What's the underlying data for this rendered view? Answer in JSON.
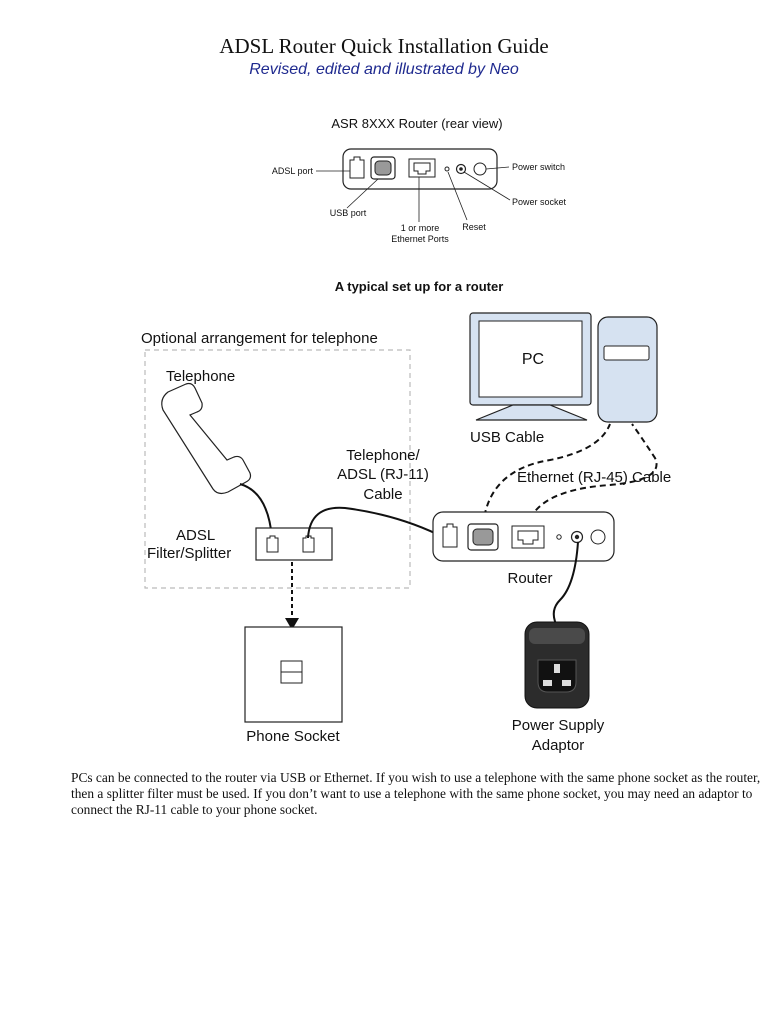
{
  "header": {
    "title": "ADSL Router Quick Installation Guide",
    "subtitle": "Revised, edited and illustrated by Neo"
  },
  "rear_view": {
    "caption": "ASR 8XXX Router (rear view)",
    "labels": {
      "adsl_port": "ADSL port",
      "usb_port": "USB port",
      "ethernet_line1": "1 or more",
      "ethernet_line2": "Ethernet Ports",
      "reset": "Reset",
      "power_socket": "Power socket",
      "power_switch": "Power switch"
    }
  },
  "setup": {
    "caption": "A typical set up for a router",
    "optional_box": "Optional arrangement for telephone",
    "telephone": "Telephone",
    "cable_line1": "Telephone/",
    "cable_line2": "ADSL (RJ-11)",
    "cable_line3": "Cable",
    "filter_line1": "ADSL",
    "filter_line2": "Filter/Splitter",
    "pc": "PC",
    "usb_cable": "USB Cable",
    "ethernet_cable": "Ethernet (RJ-45) Cable",
    "router": "Router",
    "phone_socket": "Phone Socket",
    "psu_line1": "Power Supply",
    "psu_line2": "Adaptor"
  },
  "body": {
    "paragraph": "PCs can be connected to the router via USB or Ethernet. If you wish to use a telephone with the same phone socket as the router, then a splitter filter must be used. If you don’t want to use a telephone with the same phone socket, you may need an adaptor to connect the RJ-11 cable to your phone socket."
  }
}
